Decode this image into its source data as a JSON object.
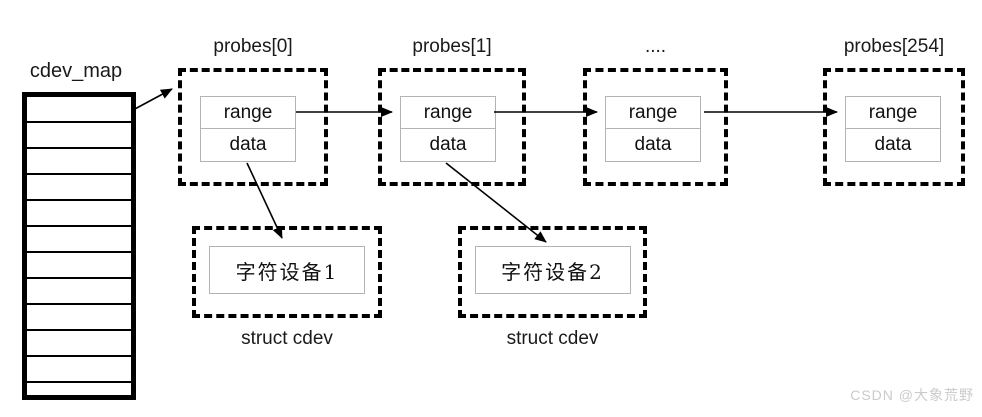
{
  "diagram": {
    "map": {
      "label": "cdev_map"
    },
    "probes": [
      {
        "label": "probes[0]",
        "range": "range",
        "data": "data"
      },
      {
        "label": "probes[1]",
        "range": "range",
        "data": "data"
      },
      {
        "label": "....",
        "range": "range",
        "data": "data"
      },
      {
        "label": "probes[254]",
        "range": "range",
        "data": "data"
      }
    ],
    "devices": [
      {
        "label": "字符设备1",
        "caption": "struct cdev"
      },
      {
        "label": "字符设备2",
        "caption": "struct cdev"
      }
    ],
    "watermark": "CSDN @大象荒野"
  }
}
